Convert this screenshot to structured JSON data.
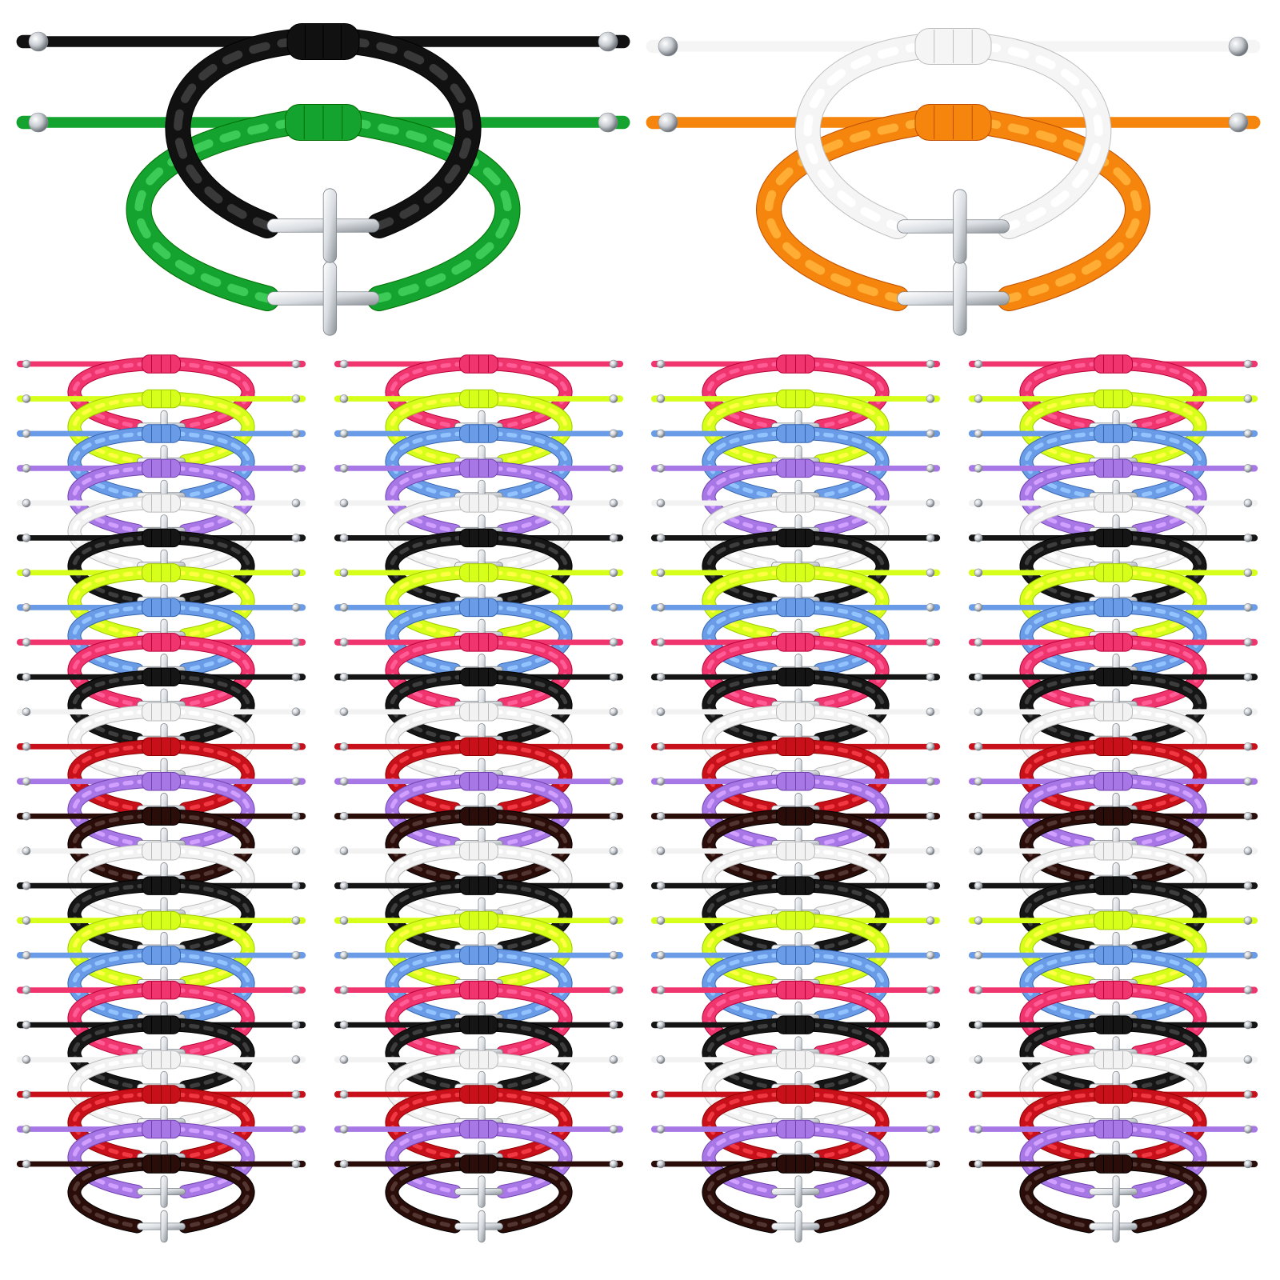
{
  "image": {
    "background": "#ffffff",
    "subject": "cross-bracelet-set",
    "featured_bracelets": [
      {
        "color": "#111111",
        "name": "black"
      },
      {
        "color": "#13a32e",
        "name": "green"
      },
      {
        "color": "#f5f5f5",
        "name": "white"
      },
      {
        "color": "#f5850d",
        "name": "orange"
      }
    ],
    "stack_columns": 4,
    "stack_sequence": [
      {
        "name": "pink",
        "color": "#f0346e"
      },
      {
        "name": "neon-yellow",
        "color": "#d6ff1a"
      },
      {
        "name": "blue",
        "color": "#6a9be6"
      },
      {
        "name": "purple",
        "color": "#a877e6"
      },
      {
        "name": "white",
        "color": "#f2f2f2"
      },
      {
        "name": "black",
        "color": "#151515"
      },
      {
        "name": "neon-yellow",
        "color": "#d6ff1a"
      },
      {
        "name": "blue",
        "color": "#6a9be6"
      },
      {
        "name": "pink",
        "color": "#f0346e"
      },
      {
        "name": "black",
        "color": "#151515"
      },
      {
        "name": "white",
        "color": "#f2f2f2"
      },
      {
        "name": "red",
        "color": "#c8101a"
      },
      {
        "name": "purple",
        "color": "#a877e6"
      },
      {
        "name": "brown",
        "color": "#2a0c08"
      },
      {
        "name": "white",
        "color": "#f2f2f2"
      },
      {
        "name": "black",
        "color": "#151515"
      },
      {
        "name": "neon-yellow",
        "color": "#d6ff1a"
      },
      {
        "name": "blue",
        "color": "#6a9be6"
      },
      {
        "name": "pink",
        "color": "#f0346e"
      },
      {
        "name": "black",
        "color": "#151515"
      },
      {
        "name": "white",
        "color": "#f2f2f2"
      },
      {
        "name": "red",
        "color": "#c8101a"
      },
      {
        "name": "purple",
        "color": "#a877e6"
      },
      {
        "name": "brown",
        "color": "#2a0c08"
      }
    ],
    "charm_color": "#d9dde2",
    "bead_color": "#c9cdd2"
  }
}
